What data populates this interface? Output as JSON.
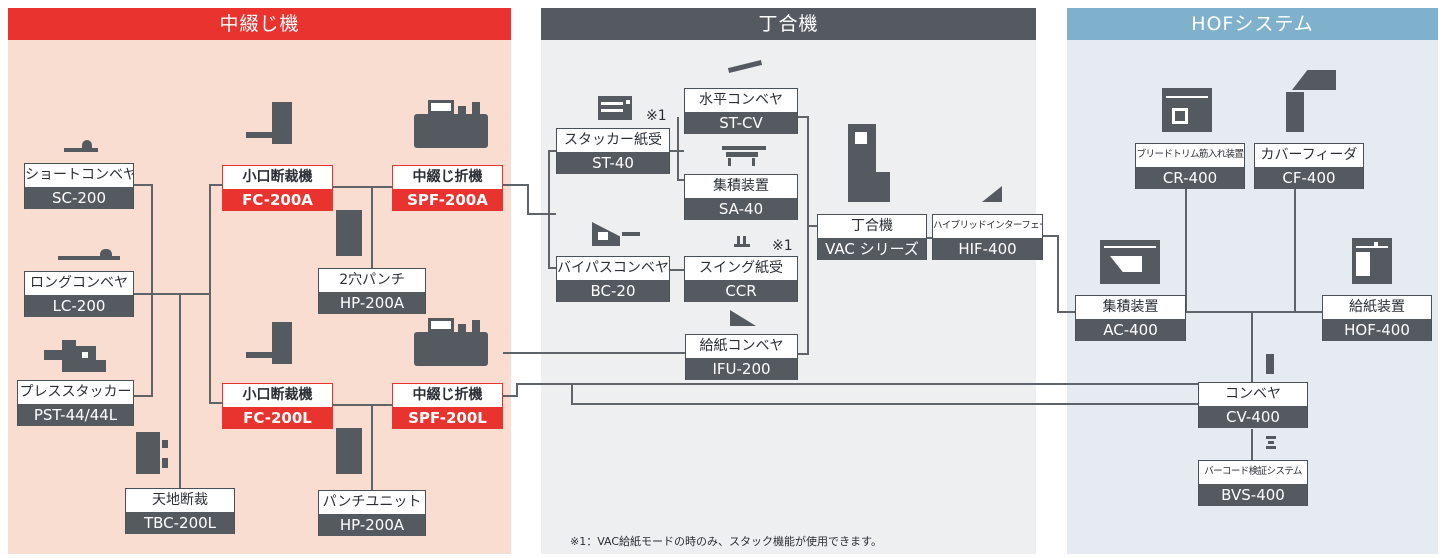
{
  "panels": {
    "saddle": {
      "title": "中綴じ機"
    },
    "collator": {
      "title": "丁合機"
    },
    "hof": {
      "title": "HOFシステム"
    }
  },
  "nodes": {
    "sc200": {
      "name": "ショートコンベヤ",
      "model": "SC-200"
    },
    "lc200": {
      "name": "ロングコンベヤ",
      "model": "LC-200"
    },
    "pst44": {
      "name": "プレススタッカー",
      "model": "PST-44/44L"
    },
    "tbc200l": {
      "name": "天地断裁",
      "model": "TBC-200L"
    },
    "fc200a": {
      "name": "小口断裁機",
      "model": "FC-200A"
    },
    "spf200a": {
      "name": "中綴じ折機",
      "model": "SPF-200A"
    },
    "hp200a_2": {
      "name": "2穴パンチ",
      "model": "HP-200A"
    },
    "fc200l": {
      "name": "小口断裁機",
      "model": "FC-200L"
    },
    "spf200l": {
      "name": "中綴じ折機",
      "model": "SPF-200L"
    },
    "hp200a_u": {
      "name": "パンチユニット",
      "model": "HP-200A"
    },
    "st40": {
      "name": "スタッカー紙受",
      "model": "ST-40"
    },
    "stcv": {
      "name": "水平コンベヤ",
      "model": "ST-CV"
    },
    "sa40": {
      "name": "集積装置",
      "model": "SA-40"
    },
    "bc20": {
      "name": "バイパスコンベヤ",
      "model": "BC-20"
    },
    "ccr": {
      "name": "スイング紙受",
      "model": "CCR"
    },
    "ifu200": {
      "name": "給紙コンベヤ",
      "model": "IFU-200"
    },
    "vac": {
      "name": "丁合機",
      "model": "VAC シリーズ"
    },
    "hif400": {
      "name": "ハイブリッドインターフェース",
      "model": "HIF-400"
    },
    "cr400": {
      "name": "ブリードトリム筋入れ装置",
      "model": "CR-400"
    },
    "cf400": {
      "name": "カバーフィーダ",
      "model": "CF-400"
    },
    "ac400": {
      "name": "集積装置",
      "model": "AC-400"
    },
    "hof400": {
      "name": "給紙装置",
      "model": "HOF-400"
    },
    "cv400": {
      "name": "コンベヤ",
      "model": "CV-400"
    },
    "bvs400": {
      "name": "バーコード検証システム",
      "model": "BVS-400"
    }
  },
  "marks": {
    "st40_note": "※1",
    "ccr_note": "※1"
  },
  "footnote": "※1：VAC給紙モードの時のみ、スタック機能が使用できます。",
  "colors": {
    "accent_red": "#e8332f",
    "dark_gray": "#555a61",
    "hof_blue": "#7fb1cd",
    "saddle_bg": "#f9ddd1",
    "collator_bg": "#eeeff1",
    "hof_bg": "#e5ebf1"
  }
}
